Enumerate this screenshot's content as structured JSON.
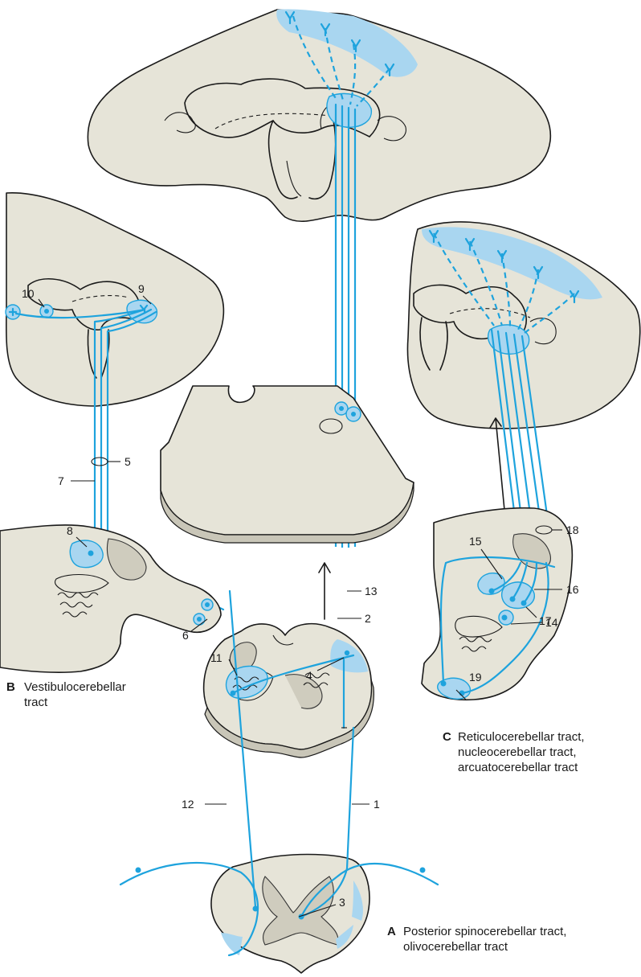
{
  "captions": {
    "a": {
      "letter": "A",
      "line1": "Posterior spinocerebellar tract,",
      "line2": "olivocerebellar tract"
    },
    "b": {
      "letter": "B",
      "line1": "Vestibulocerebellar",
      "line2": "tract"
    },
    "c": {
      "letter": "C",
      "line1": "Reticulocerebellar tract,",
      "line2": "nucleocerebellar tract,",
      "line3": "arcuatocerebellar tract"
    }
  },
  "labels": {
    "l1": "1",
    "l2": "2",
    "l3": "3",
    "l4": "4",
    "l5": "5",
    "l6": "6",
    "l7": "7",
    "l8": "8",
    "l9": "9",
    "l10": "10",
    "l11": "11",
    "l12": "12",
    "l13": "13",
    "l14": "14",
    "l15": "15",
    "l16": "16",
    "l17": "17",
    "l18": "18",
    "l19": "19"
  },
  "colors": {
    "pathway": "#1ea3dd",
    "pathway_area": "#a9d6f0",
    "tissue": "#e6e4d8",
    "outline": "#1a1a1a"
  }
}
